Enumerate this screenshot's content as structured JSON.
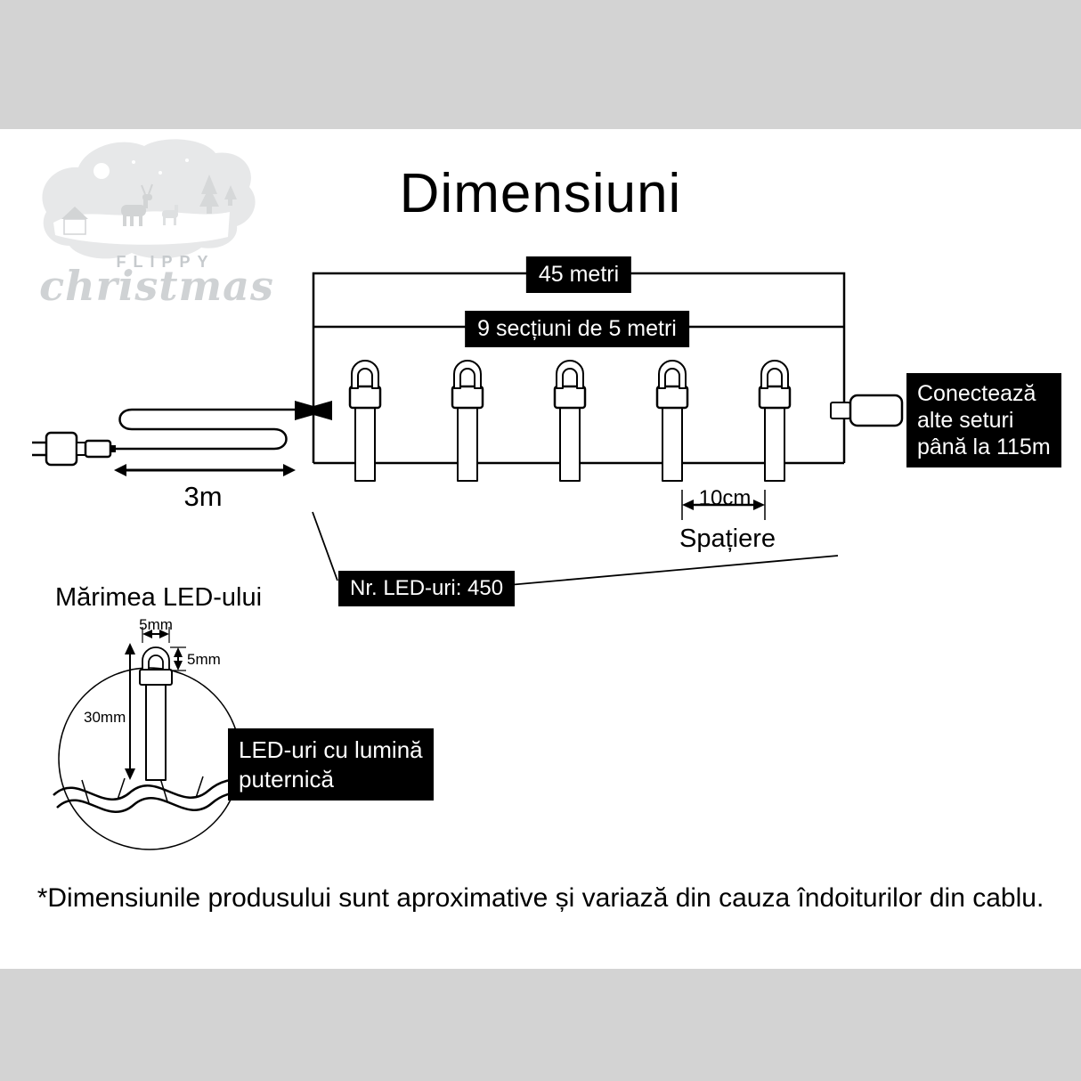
{
  "page": {
    "title": "Dimensiuni",
    "footnote": "*Dimensiunile produsului sunt aproximative și variază din cauza îndoiturilor din cablu."
  },
  "logo": {
    "brand_top": "FLIPPY",
    "brand_bottom": "christmas"
  },
  "diagram": {
    "total_length": "45 metri",
    "sections": "9 secțiuni de 5 metri",
    "lead_length": "3m",
    "spacing_value": "10cm",
    "spacing_word": "Spațiere",
    "led_count": "Nr. LED-uri: 450",
    "connect": {
      "l1": "Conectează",
      "l2": "alte seturi",
      "l3": "până la 115m"
    }
  },
  "led_size": {
    "title": "Mărimea LED-ului",
    "width": "5mm",
    "tip": "5mm",
    "height": "30mm",
    "note": {
      "l1": "LED-uri cu lumină",
      "l2": "puternică"
    }
  },
  "colors": {
    "band_grey": "#d3d3d3",
    "content_bg": "#ffffff",
    "label_bg": "#000000",
    "label_text": "#ffffff",
    "line_black": "#000000",
    "logo_grey": "#cfd2d4"
  }
}
